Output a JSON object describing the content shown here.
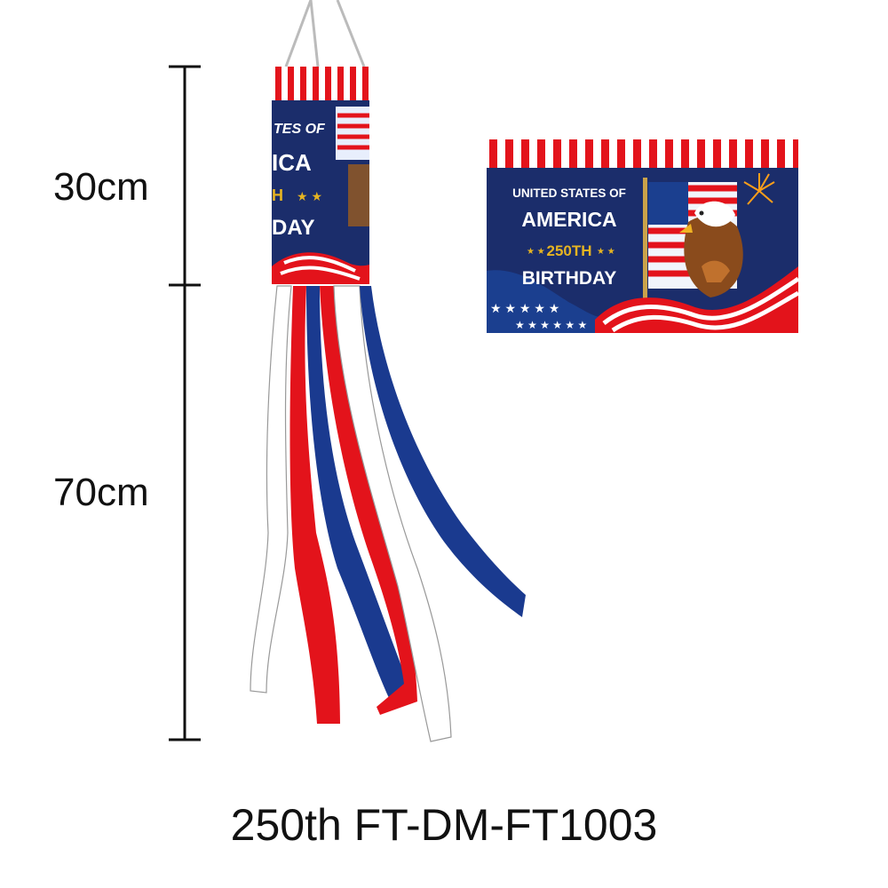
{
  "dimensions": {
    "top_label": "30cm",
    "bottom_label": "70cm"
  },
  "caption": "250th FT-DM-FT1003",
  "banner": {
    "line1": "UNITED STATES OF",
    "line2": "AMERICA",
    "line3": "250TH",
    "line4": "BIRTHDAY"
  },
  "windsock_visible": {
    "line1": "TES OF",
    "line2": "ICA",
    "line3": "H",
    "line4": "DAY"
  },
  "colors": {
    "red": "#e3131b",
    "navy": "#1b2d6b",
    "blue": "#1a3a8f",
    "gold": "#e6b422",
    "white": "#ffffff"
  }
}
